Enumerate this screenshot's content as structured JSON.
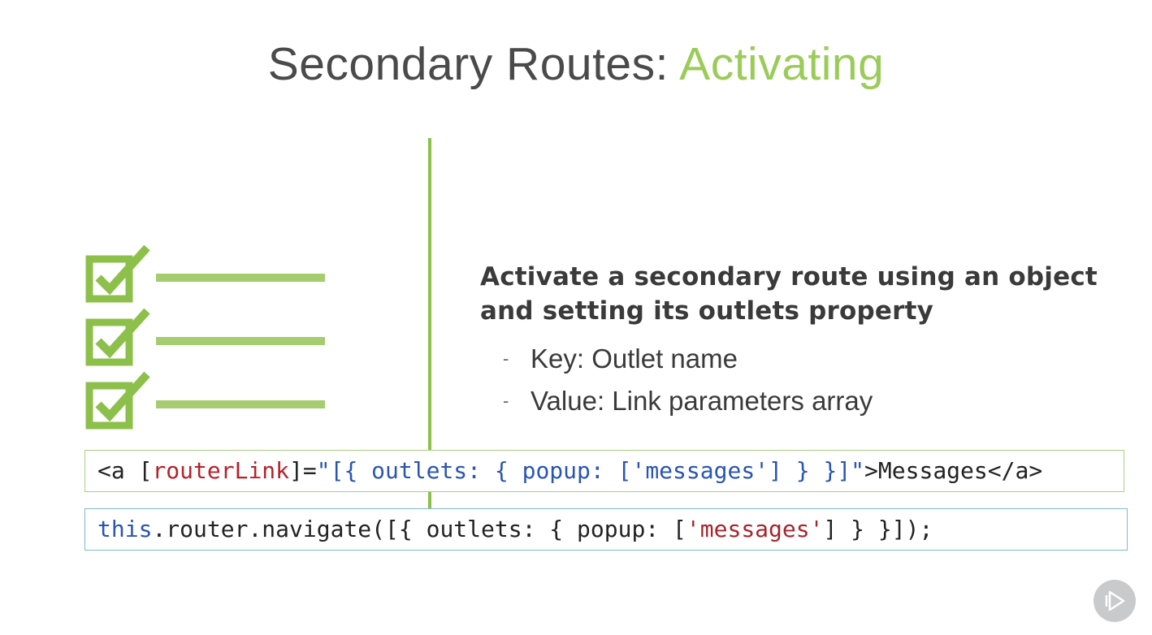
{
  "slide": {
    "title_main": "Secondary Routes: ",
    "title_accent": "Activating",
    "heading": "Activate a secondary route using an object and setting its outlets property",
    "bullets": [
      {
        "dash": "-",
        "text": "Key: Outlet name"
      },
      {
        "dash": "-",
        "text": "Value: Link parameters array"
      }
    ],
    "icon": "checklist-icon",
    "accent_color": "#9bcc5a"
  },
  "code": {
    "line1": {
      "open": "<a [",
      "attr": "routerLink",
      "eq": "]=",
      "value": "\"[{ outlets: { popup: ['messages'] } }]\"",
      "close": ">Messages</a>"
    },
    "line2": {
      "kw": "this",
      "pre": ".router.navigate([{ outlets: { popup: [",
      "str": "'messages'",
      "post": "] } }]);"
    }
  },
  "player": {
    "icon": "play-icon"
  }
}
